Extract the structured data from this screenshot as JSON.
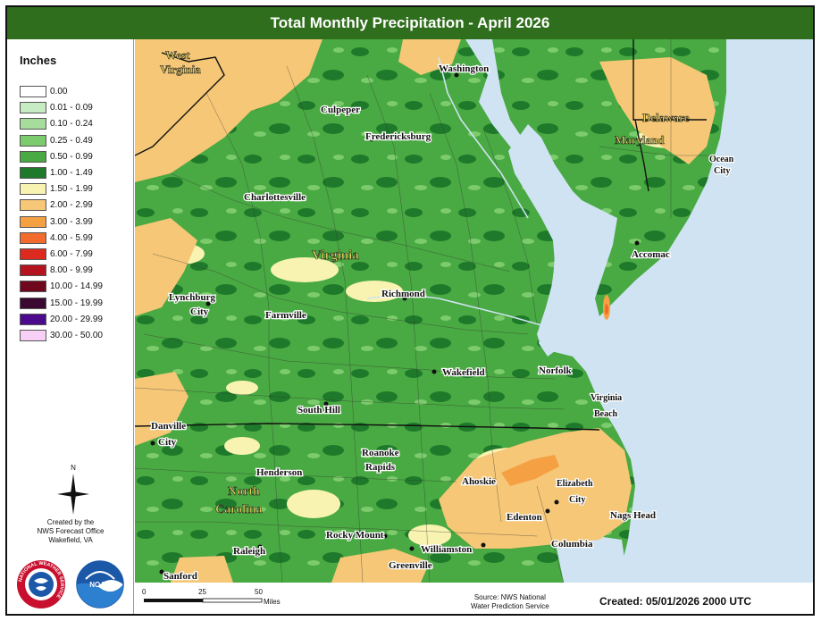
{
  "title": "Total Monthly Precipitation - April 2026",
  "legend": {
    "title": "Inches",
    "items": [
      {
        "range": "0.00",
        "color": "#ffffff"
      },
      {
        "range": "0.01 - 0.09",
        "color": "#c7ebc2"
      },
      {
        "range": "0.10 - 0.24",
        "color": "#a6dd9c"
      },
      {
        "range": "0.25 - 0.49",
        "color": "#7ccb6c"
      },
      {
        "range": "0.50 - 0.99",
        "color": "#49a942"
      },
      {
        "range": "1.00 - 1.49",
        "color": "#1e7a2a"
      },
      {
        "range": "1.50 - 1.99",
        "color": "#f8f3b0"
      },
      {
        "range": "2.00 - 2.99",
        "color": "#f5c777"
      },
      {
        "range": "3.00 - 3.99",
        "color": "#f5a042"
      },
      {
        "range": "4.00 - 5.99",
        "color": "#f26a2c"
      },
      {
        "range": "6.00 - 7.99",
        "color": "#dd2a1f"
      },
      {
        "range": "8.00 - 9.99",
        "color": "#b4141e"
      },
      {
        "range": "10.00 - 14.99",
        "color": "#70081d"
      },
      {
        "range": "15.00 - 19.99",
        "color": "#3a0830"
      },
      {
        "range": "20.00 - 29.99",
        "color": "#4b0a8c"
      },
      {
        "range": "30.00 - 50.00",
        "color": "#f8d0f5"
      }
    ]
  },
  "north_label": "N",
  "credit": {
    "line1": "Created by the",
    "line2": "NWS Forecast Office",
    "line3": "Wakefield, VA"
  },
  "logos": {
    "nws_ring_text": "NATIONAL WEATHER SERVICE",
    "noaa_text": "NOAA"
  },
  "scale": {
    "t0": "0",
    "t1": "25",
    "t2": "50",
    "unit": "Miles"
  },
  "source": {
    "line1": "Source: NWS National",
    "line2": "Water Prediction Service"
  },
  "created": "Created: 05/01/2026 2000 UTC",
  "states": {
    "west_virginia_1": "West",
    "west_virginia_2": "Virginia",
    "virginia": "Virginia",
    "delaware": "Delaware",
    "maryland": "Maryland",
    "north_carolina_1": "North",
    "north_carolina_2": "Carolina"
  },
  "cities": {
    "washington": "Washington",
    "culpeper": "Culpeper",
    "fredericksburg": "Fredericksburg",
    "ocean_city_1": "Ocean",
    "ocean_city_2": "City",
    "charlottesville": "Charlottesville",
    "accomac": "Accomac",
    "lynchburg_1": "Lynchburg",
    "lynchburg_2": "City",
    "richmond": "Richmond",
    "farmville": "Farmville",
    "wakefield": "Wakefield",
    "norfolk": "Norfolk",
    "virginia_beach_1": "Virginia",
    "virginia_beach_2": "Beach",
    "south_hill": "South Hill",
    "danville_1": "Danville",
    "danville_2": "City",
    "roanoke_rapids_1": "Roanoke",
    "roanoke_rapids_2": "Rapids",
    "henderson": "Henderson",
    "ahoskie": "Ahoskie",
    "elizabeth_city_1": "Elizabeth",
    "elizabeth_city_2": "City",
    "edenton": "Edenton",
    "nags_head": "Nags Head",
    "rocky_mount": "Rocky Mount",
    "columbia": "Columbia",
    "williamston": "Williamston",
    "raleigh": "Raleigh",
    "greenville": "Greenville",
    "sanford": "Sanford"
  },
  "colors": {
    "title_bar": "#2f6e1c",
    "water": "#cfe3f3",
    "state_label": "#e8d75a"
  }
}
